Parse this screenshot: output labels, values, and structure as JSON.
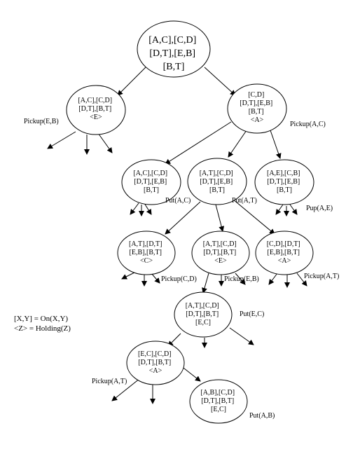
{
  "nodes": [
    {
      "id": "root",
      "lines": [
        "[A,C],[C,D]",
        "[D,T],[E,B]",
        "[B,T]"
      ]
    },
    {
      "id": "n1",
      "lines": [
        "[A,C],[C,D]",
        "[D,T],[B,T]",
        "<E>"
      ]
    },
    {
      "id": "n2",
      "lines": [
        "[C,D]",
        "[D,T],[E,B]",
        "[B,T]",
        "<A>"
      ]
    },
    {
      "id": "n3",
      "lines": [
        "[A,C],[C,D]",
        "[D,T],[E,B]",
        "[B,T]"
      ]
    },
    {
      "id": "n4",
      "lines": [
        "[A,T],[C,D]",
        "[D,T],[E,B]",
        "[B,T]"
      ]
    },
    {
      "id": "n5",
      "lines": [
        "[A,E],[C,B]",
        "[D,T],[E,B]",
        "[B,T]"
      ]
    },
    {
      "id": "n6",
      "lines": [
        "[A,T],[D,T]",
        "[E,B],[B,T]",
        "<C>"
      ]
    },
    {
      "id": "n7",
      "lines": [
        "[A,T],[C,D]",
        "[D,T],[B,T]",
        "<E>"
      ]
    },
    {
      "id": "n8",
      "lines": [
        "[C,D],[D,T]",
        "[E,B],[B,T]",
        "<A>"
      ]
    },
    {
      "id": "n9",
      "lines": [
        "[A,T],[C,D]",
        "[D,T],[B,T]",
        "[E,C]"
      ]
    },
    {
      "id": "n10",
      "lines": [
        "[E,C],[C,D]",
        "[D,T],[B,T]",
        "<A>"
      ]
    },
    {
      "id": "n11",
      "lines": [
        "[A,B],[C,D]",
        "[D,T],[B,T]",
        "[E,C]"
      ]
    }
  ],
  "edge_labels": [
    {
      "id": "l1",
      "text": "Pickup(E,B)"
    },
    {
      "id": "l2",
      "text": "Pickup(A,C)"
    },
    {
      "id": "l3",
      "text": "Put(A,C)"
    },
    {
      "id": "l4",
      "text": "Put(A,T)"
    },
    {
      "id": "l5",
      "text": "Pup(A,E)"
    },
    {
      "id": "l6",
      "text": "Pickup(C,D)"
    },
    {
      "id": "l7",
      "text": "Pickup(E,B)"
    },
    {
      "id": "l8",
      "text": "Pickup(A,T)"
    },
    {
      "id": "l9",
      "text": "Put(E,C)"
    },
    {
      "id": "l10",
      "text": "Pickup(A,T)"
    },
    {
      "id": "l11",
      "text": "Put(A,B)"
    }
  ],
  "legend": {
    "line1": "[X,Y] = On(X,Y)",
    "line2": "<Z> = Holding(Z)"
  }
}
